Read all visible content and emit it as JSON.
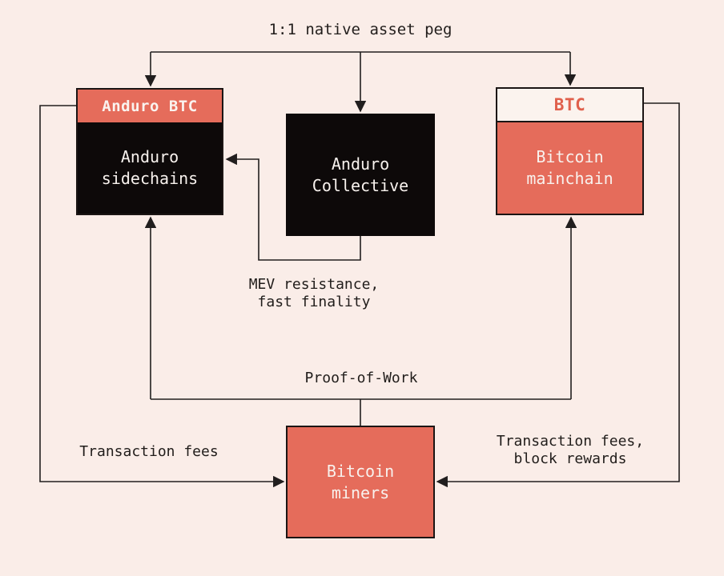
{
  "title": "1:1 native asset peg",
  "boxes": {
    "sidechains": {
      "header": "Anduro BTC",
      "line1": "Anduro",
      "line2": "sidechains"
    },
    "collective": {
      "line1": "Anduro",
      "line2": "Collective"
    },
    "mainchain": {
      "header": "BTC",
      "line1": "Bitcoin",
      "line2": "mainchain"
    },
    "miners": {
      "line1": "Bitcoin",
      "line2": "miners"
    }
  },
  "labels": {
    "mev": {
      "line1": "MEV resistance,",
      "line2": "fast finality"
    },
    "pow": "Proof-of-Work",
    "tx_fees": "Transaction fees",
    "tx_fees_rewards": {
      "line1": "Transaction fees,",
      "line2": "block rewards"
    }
  },
  "colors": {
    "background": "#FAEDE8",
    "salmon": "#E56C5B",
    "black_box": "#0D0909",
    "cream_header": "#FBF3EE",
    "line": "#211E1E",
    "text_dark": "#211D1B",
    "text_light": "#F8F2EE"
  }
}
